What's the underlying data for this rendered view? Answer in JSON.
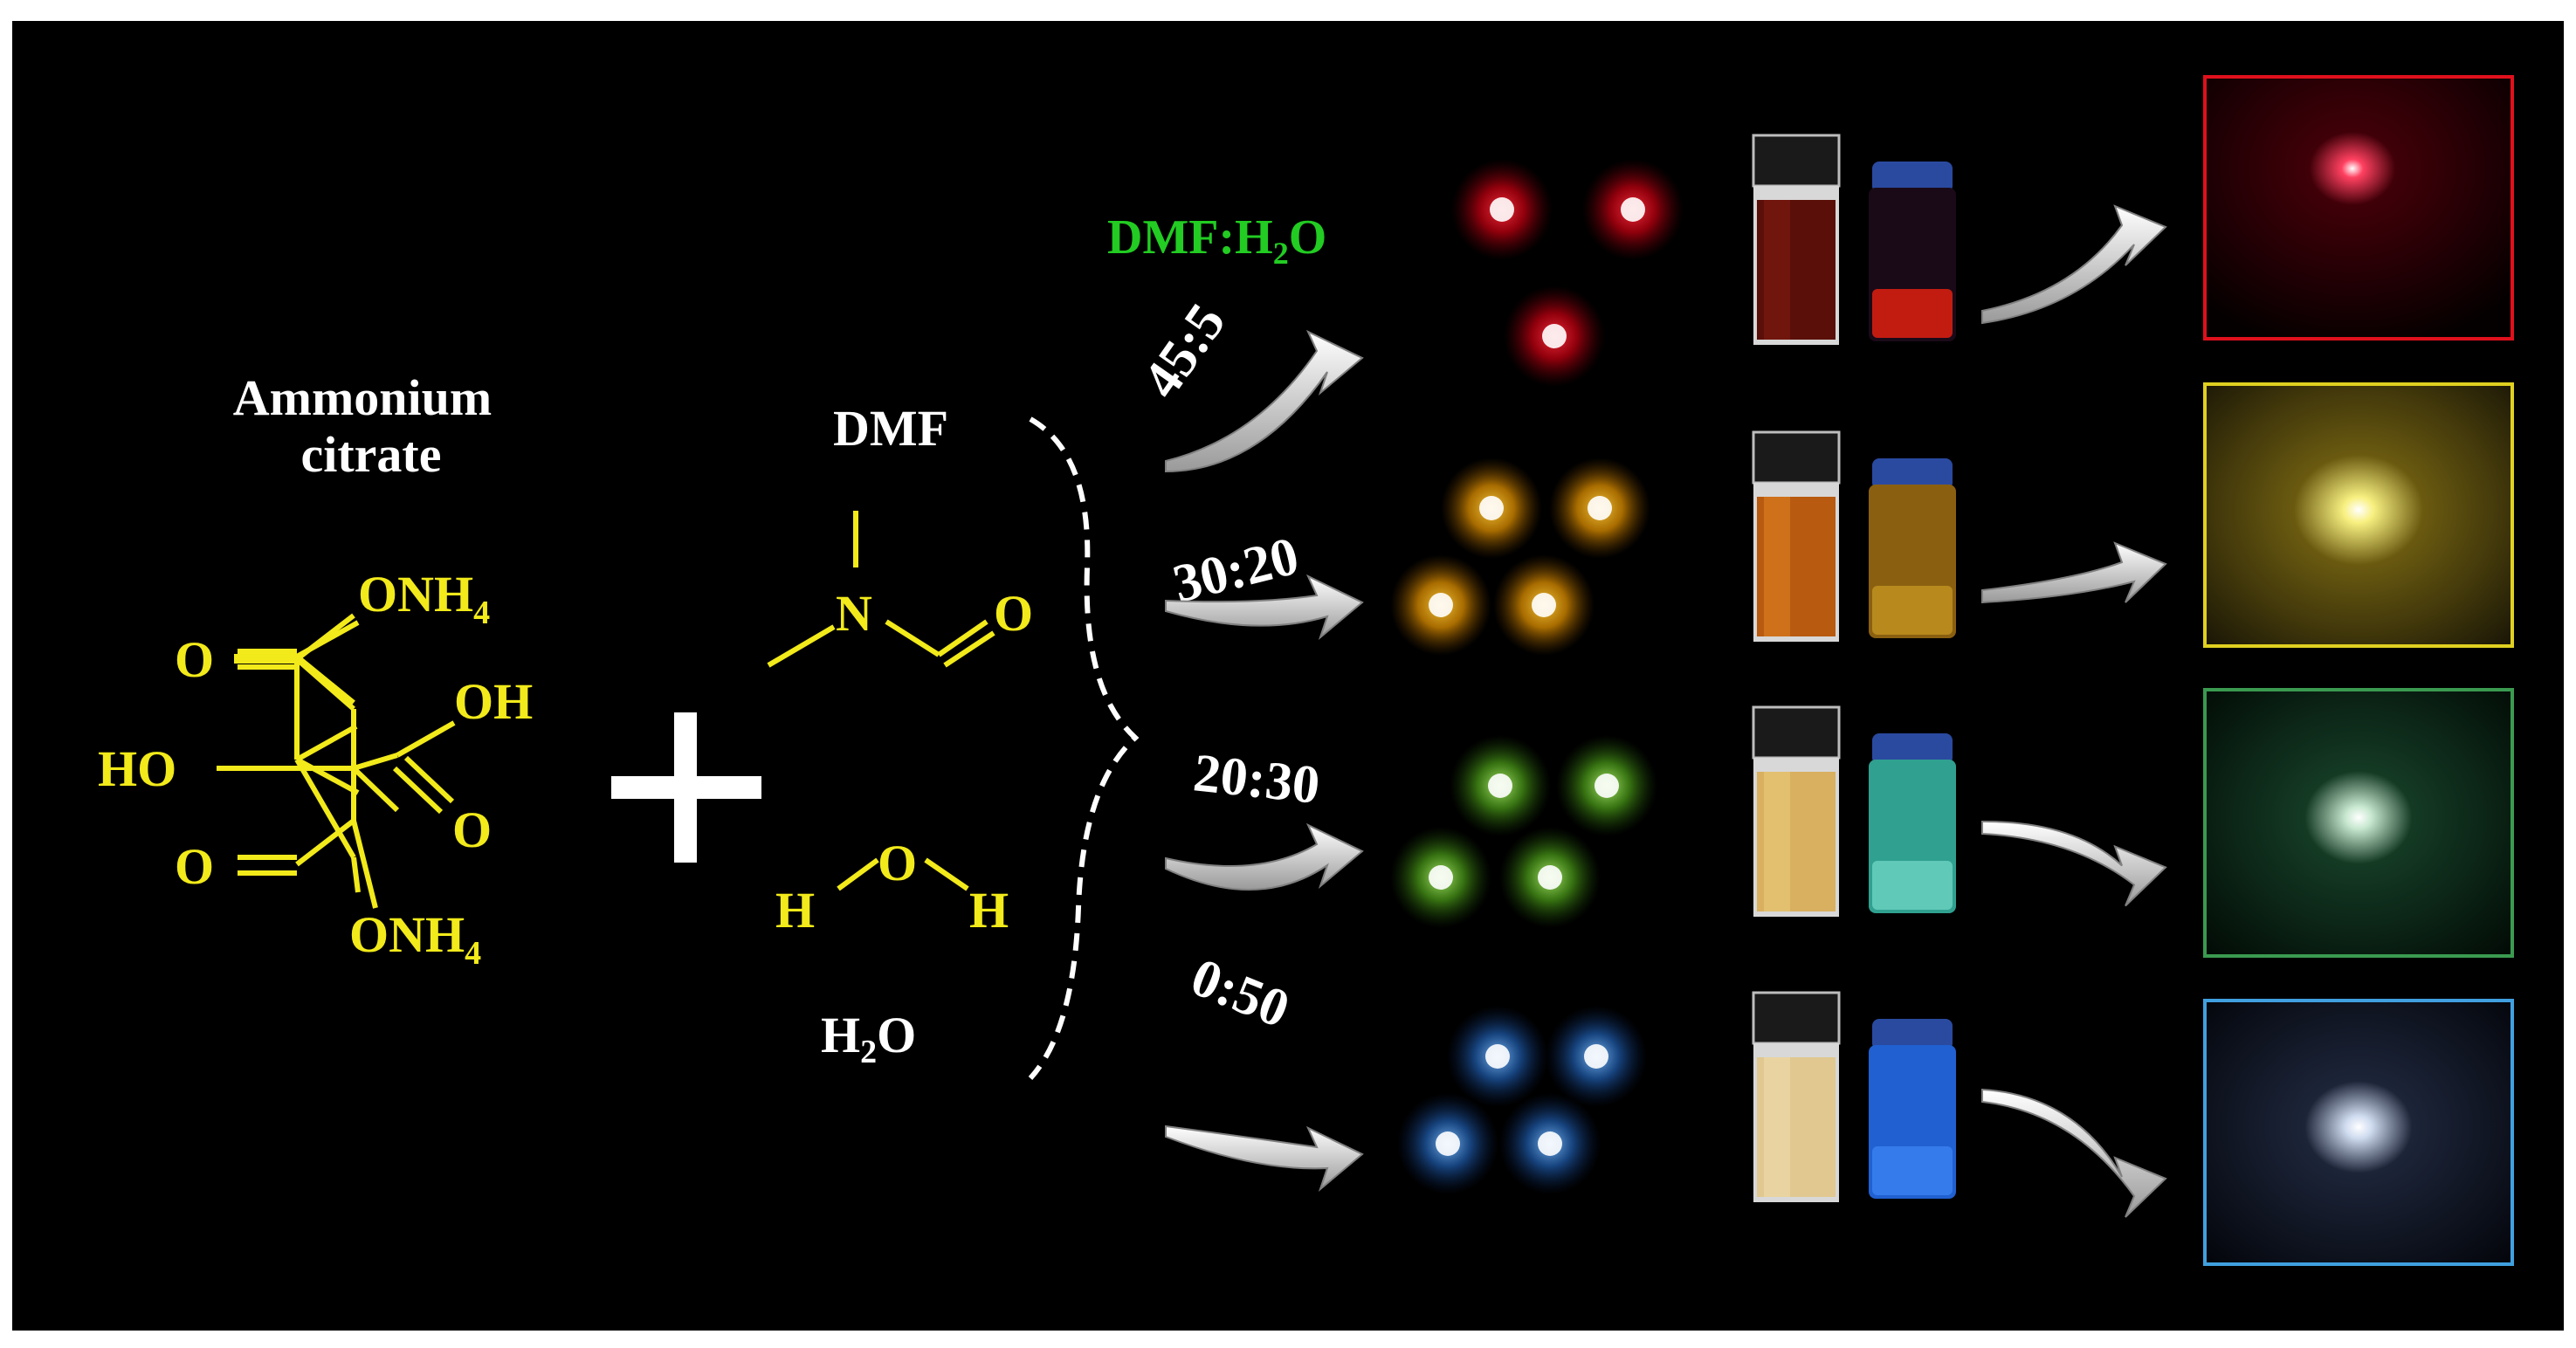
{
  "colors": {
    "background": "#000000",
    "border": "#ffffff",
    "molecule": "#f2ea1a",
    "solvent_title": "#22cc22",
    "label": "#ffffff",
    "red": "#e0101c",
    "yellow": "#f5b21c",
    "green": "#7dd23a",
    "blue": "#3a8fe0",
    "arrow": "#e8e8e8"
  },
  "reactant": {
    "name_line1": "Ammonium",
    "name_line2": "citrate",
    "atoms": {
      "o_top": "O",
      "onh_top": "ONH",
      "sub_top": "4",
      "oh": "OH",
      "ho": "HO",
      "o_mid": "O",
      "o_bottom": "O",
      "onh_bottom": "ONH",
      "sub_bottom": "4"
    }
  },
  "plus": "+",
  "solvents": {
    "dmf_label": "DMF",
    "dmf_n": "N",
    "dmf_o": "O",
    "water_h_left": "H",
    "water_o": "O",
    "water_h_right": "H",
    "water_label_h": "H",
    "water_label_sub": "2",
    "water_label_o": "O"
  },
  "ratio_title": {
    "prefix": "DMF:H",
    "sub": "2",
    "suffix": "O"
  },
  "ratios": [
    {
      "label": "45:5",
      "color_name": "red"
    },
    {
      "label": "30:20",
      "color_name": "yellow"
    },
    {
      "label": "20:30",
      "color_name": "green"
    },
    {
      "label": "0:50",
      "color_name": "blue"
    }
  ]
}
